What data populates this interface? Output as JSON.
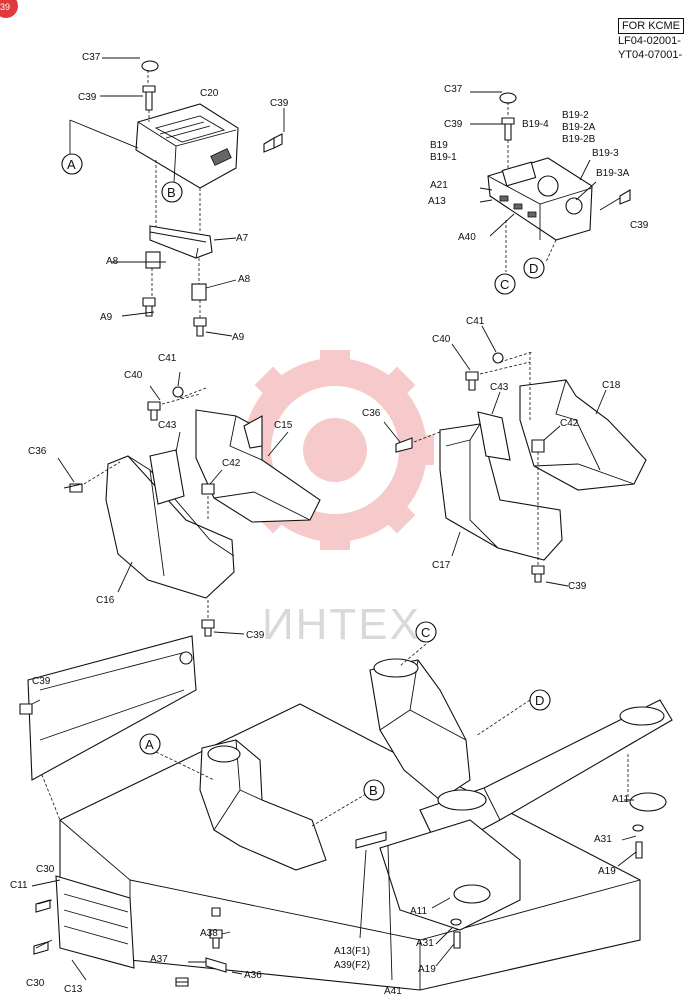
{
  "corner_badge": "39",
  "header": {
    "market_label": "FOR KCME",
    "serial_1": "LF04-02001-",
    "serial_2": "YT04-07001-"
  },
  "watermark": {
    "text": "ИНТЕХ",
    "logo_color": "#f0a0a0"
  },
  "callouts": {
    "A": "A",
    "B": "B",
    "C": "C",
    "D": "D"
  },
  "parts": {
    "C37": "C37",
    "C39": "C39",
    "C20": "C20",
    "A7": "A7",
    "A8": "A8",
    "A9": "A9",
    "B19": "B19",
    "B19_1": "B19-1",
    "B19_2": "B19-2",
    "B19_2A": "B19-2A",
    "B19_2B": "B19-2B",
    "B19_3": "B19-3",
    "B19_3A": "B19-3A",
    "B19_4": "B19-4",
    "A21": "A21",
    "A13": "A13",
    "A40": "A40",
    "C40": "C40",
    "C41": "C41",
    "C43": "C43",
    "C36": "C36",
    "C42": "C42",
    "C15": "C15",
    "C16": "C16",
    "C17": "C17",
    "C18": "C18",
    "C30": "C30",
    "C11": "C11",
    "C13": "C13",
    "A38": "A38",
    "A37": "A37",
    "A36": "A36",
    "A11": "A11",
    "A31": "A31",
    "A19": "A19",
    "A13F1": "A13(F1)",
    "A39F2": "A39(F2)",
    "A41": "A41"
  }
}
